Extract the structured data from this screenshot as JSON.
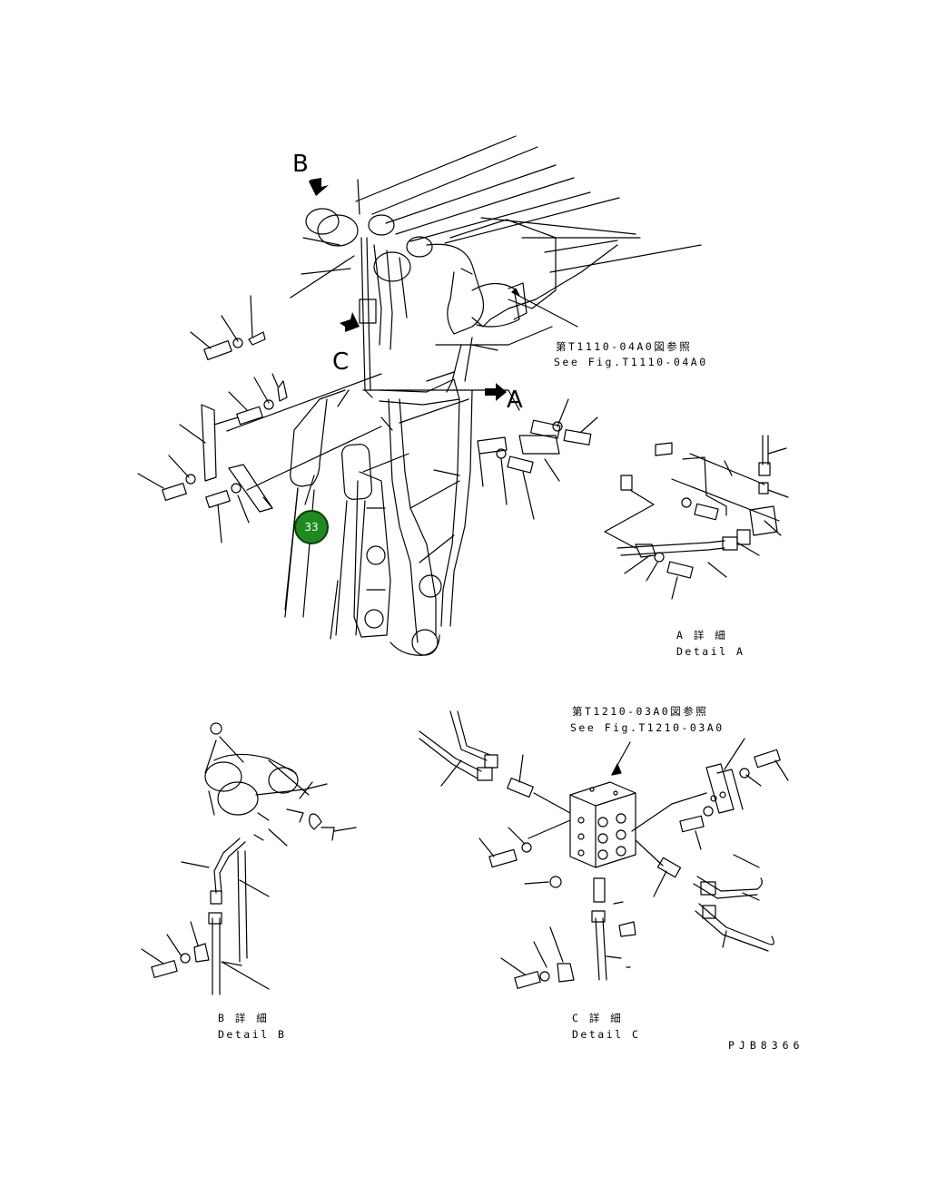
{
  "view_letters": {
    "b": "B",
    "c": "C",
    "a": "A"
  },
  "references": {
    "t1110_jp": "第T1110-04A0図参照",
    "t1110_en": "See Fig.T1110-04A0",
    "t1210_jp": "第T1210-03A0図参照",
    "t1210_en": "See Fig.T1210-03A0"
  },
  "details": {
    "a_jp": "A 詳 細",
    "a_en": "Detail A",
    "b_jp": "B 詳 細",
    "b_en": "Detail B",
    "c_jp": "C 詳 細",
    "c_en": "Detail C"
  },
  "part_callout": "33",
  "drawing_code": "PJB8366"
}
